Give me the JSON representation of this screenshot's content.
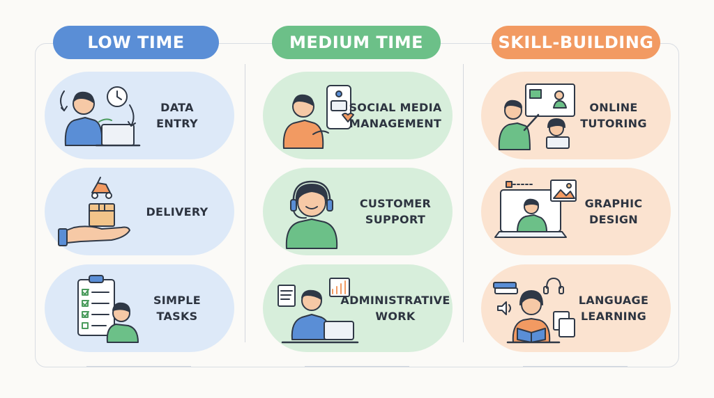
{
  "colors": {
    "low_time": "#5a8ed6",
    "medium_time": "#6cc088",
    "skill_building": "#f29a62",
    "card_blue": "#dde9f8",
    "card_green": "#d7eedb",
    "card_orange": "#fbe3d0",
    "line": "#2f3846"
  },
  "columns": [
    {
      "header": "LOW TIME",
      "items": [
        {
          "label": "DATA\nENTRY",
          "icon": "laptop-clock-icon"
        },
        {
          "label": "DELIVERY",
          "icon": "hand-package-scooter-icon"
        },
        {
          "label": "SIMPLE\nTASKS",
          "icon": "checklist-icon"
        }
      ]
    },
    {
      "header": "MEDIUM TIME",
      "items": [
        {
          "label": "SOCIAL MEDIA\nMANAGEMENT",
          "icon": "smartphone-social-icon"
        },
        {
          "label": "CUSTOMER\nSUPPORT",
          "icon": "headset-icon"
        },
        {
          "label": "ADMINISTRATIVE\nWORK",
          "icon": "office-laptop-icon"
        }
      ]
    },
    {
      "header": "SKILL-BUILDING",
      "items": [
        {
          "label": "ONLINE\nTUTORING",
          "icon": "video-lesson-icon"
        },
        {
          "label": "GRAPHIC\nDESIGN",
          "icon": "design-laptop-icon"
        },
        {
          "label": "LANGUAGE\nLEARNING",
          "icon": "book-headphones-icon"
        }
      ]
    }
  ]
}
